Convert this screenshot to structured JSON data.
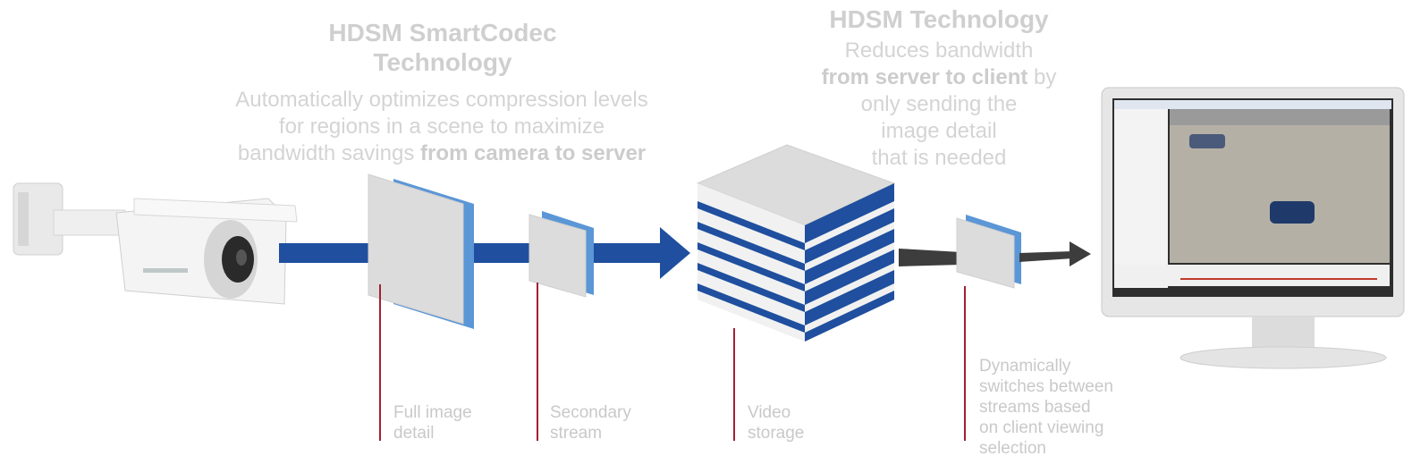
{
  "left_block": {
    "heading": "HDSM SmartCodec Technology",
    "desc_plain": "Automatically optimizes compression levels for regions in a scene to maximize bandwidth savings",
    "desc_bold": "from camera to server"
  },
  "right_block": {
    "heading": "HDSM Technology",
    "line1": "Reduces bandwidth",
    "line2_bold": "from server to client",
    "line2_plain": "by",
    "line3": "only sending the image detail",
    "line4": "that is needed"
  },
  "captions": {
    "full_image": "Full image detail",
    "secondary": "Secondary stream",
    "video": "Video storage",
    "dynamic": "Dynamically switches between streams based on client viewing selection"
  },
  "colors": {
    "blue": "#1f4f9e",
    "light_blue": "#5b96d6",
    "dark_arrow": "#3d3d3d",
    "marker": "#a02035",
    "panel": "#dcdcdc"
  },
  "icons": [
    "camera-icon",
    "storage-cube-icon",
    "monitor-icon"
  ]
}
